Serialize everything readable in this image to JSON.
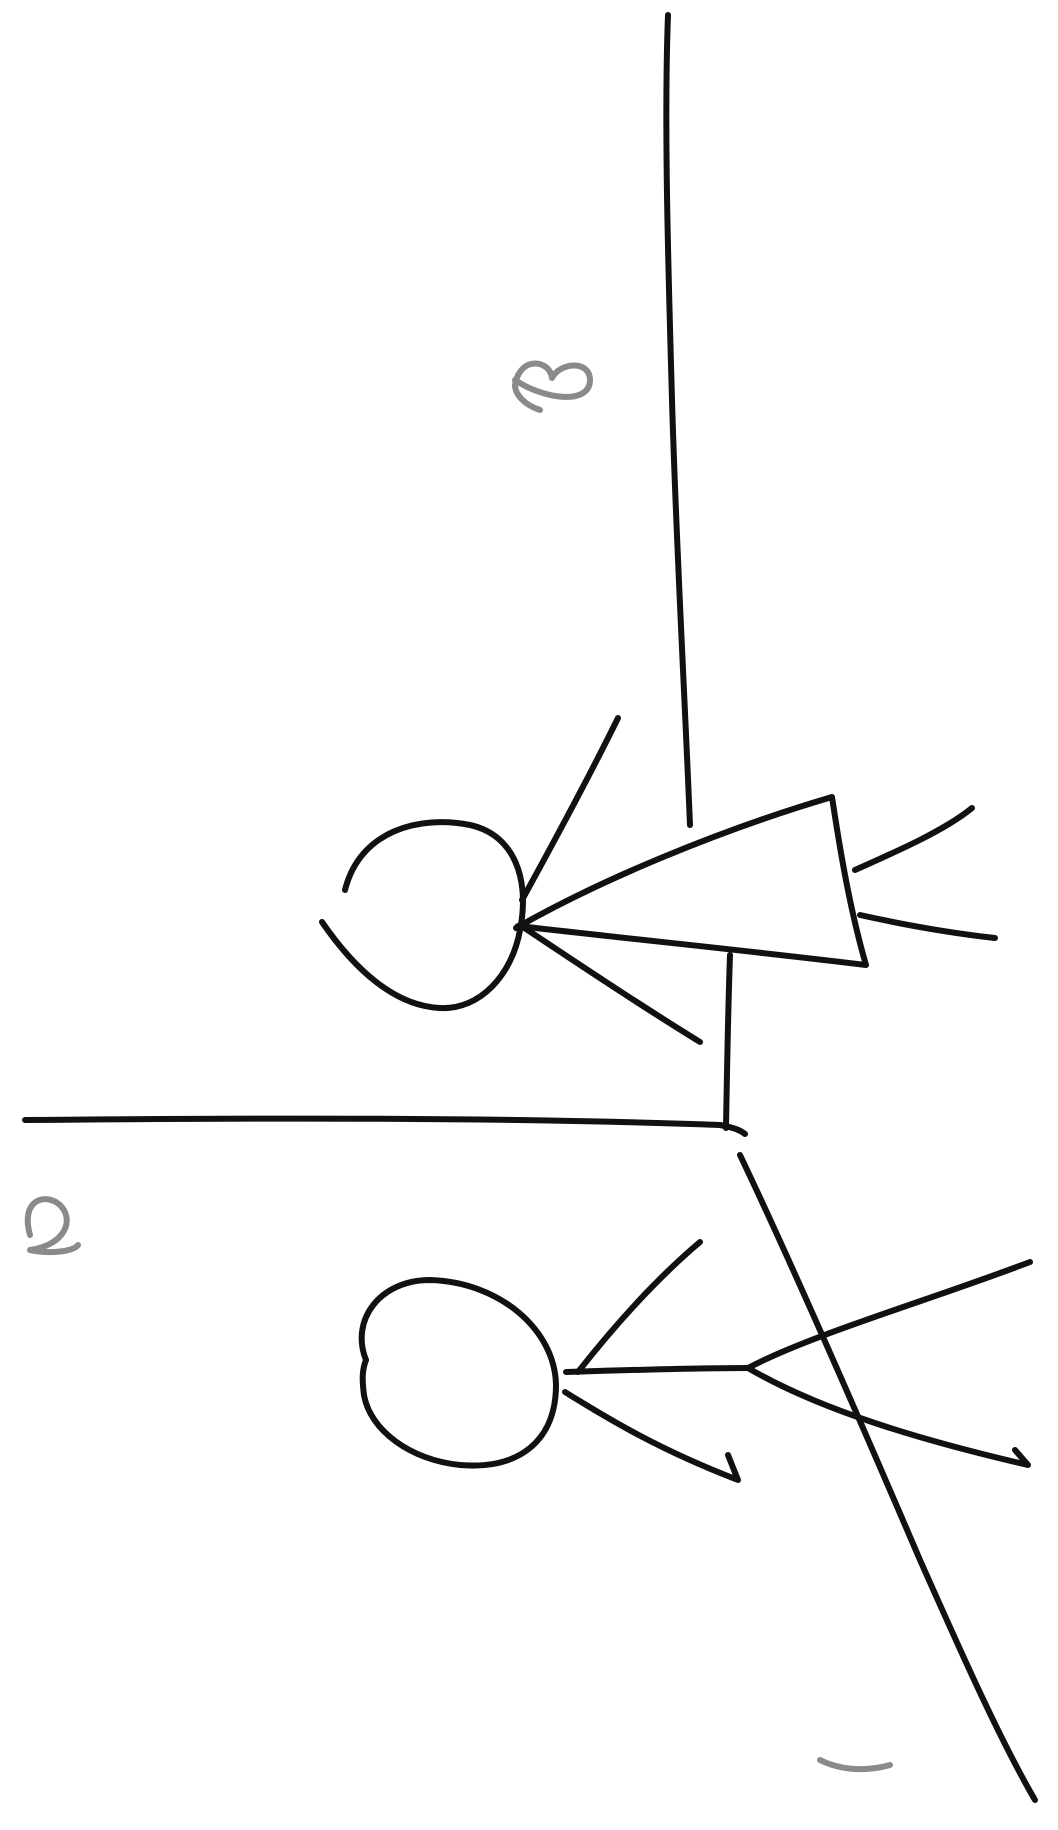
{
  "labels": {
    "one": "1",
    "two": "2",
    "three": "3"
  },
  "colors": {
    "ink": "#111111",
    "label": "#8a8a8a",
    "background": "#ffffff"
  },
  "figures": [
    "stick-figure-upper",
    "stick-figure-lower"
  ]
}
